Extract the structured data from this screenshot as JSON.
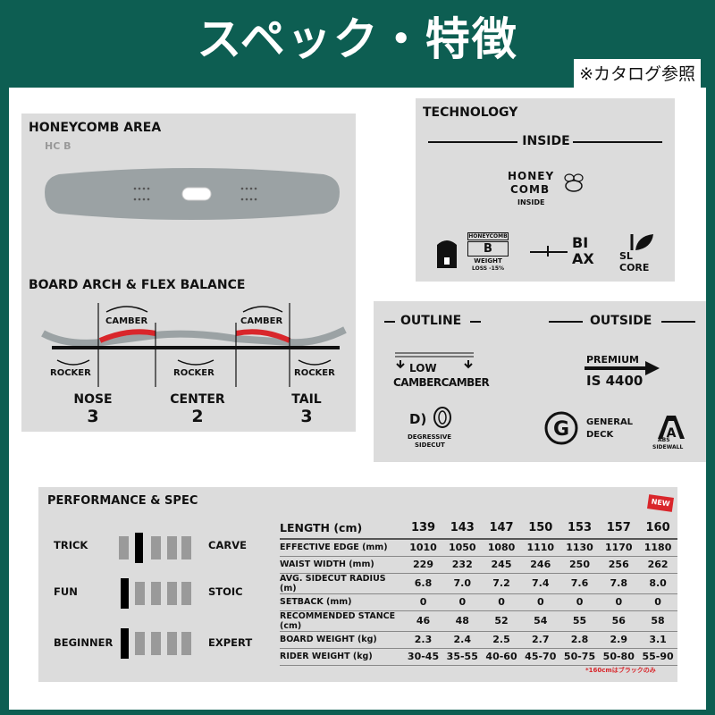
{
  "header": {
    "title": "スペック・特徴",
    "note": "※カタログ参照"
  },
  "honeycomb": {
    "title": "HONEYCOMB AREA",
    "sub": "HC B",
    "arch_title": "BOARD ARCH & FLEX BALANCE",
    "camber_label": "CAMBER",
    "rocker_label": "ROCKER",
    "zones": [
      {
        "name": "NOSE",
        "value": "3"
      },
      {
        "name": "CENTER",
        "value": "2"
      },
      {
        "name": "TAIL",
        "value": "3"
      }
    ]
  },
  "technology": {
    "title": "TECHNOLOGY",
    "inside": "INSIDE",
    "logo_lines": [
      "HONEY",
      "COMB",
      "INSIDE"
    ],
    "badge": {
      "top": "HONEYCOMB",
      "letter": "B",
      "line1": "WEIGHT",
      "line2": "LOSS -15%"
    },
    "biax": [
      "BI",
      "AX"
    ],
    "slcore": [
      "SL",
      "CORE"
    ]
  },
  "outline": {
    "title": "OUTLINE",
    "outside": "OUTSIDE",
    "low": "LOW",
    "camber_camber": "CAMBERCAMBER",
    "premium": "PREMIUM",
    "is": "IS 4400",
    "degressive": [
      "DEGRESSIVE",
      "SIDECUT"
    ],
    "general": [
      "GENERAL",
      "DECK"
    ],
    "abs": [
      "ABS",
      "SIDEWALL"
    ],
    "d_icon": "D)"
  },
  "performance": {
    "title": "PERFORMANCE & SPEC",
    "new_badge": "NEW",
    "sliders": [
      {
        "left": "TRICK",
        "right": "CARVE",
        "position": 2,
        "segments": 5
      },
      {
        "left": "FUN",
        "right": "STOIC",
        "position": 1,
        "segments": 5
      },
      {
        "left": "BEGINNER",
        "right": "EXPERT",
        "position": 1,
        "segments": 5
      }
    ],
    "table": {
      "header": "LENGTH (cm)",
      "lengths": [
        "139",
        "143",
        "147",
        "150",
        "153",
        "157",
        "160"
      ],
      "rows": [
        {
          "label": "EFFECTIVE EDGE (mm)",
          "values": [
            "1010",
            "1050",
            "1080",
            "1110",
            "1130",
            "1170",
            "1180"
          ]
        },
        {
          "label": "WAIST WIDTH (mm)",
          "values": [
            "229",
            "232",
            "245",
            "246",
            "250",
            "256",
            "262"
          ]
        },
        {
          "label": "AVG. SIDECUT RADIUS (m)",
          "values": [
            "6.8",
            "7.0",
            "7.2",
            "7.4",
            "7.6",
            "7.8",
            "8.0"
          ]
        },
        {
          "label": "SETBACK (mm)",
          "values": [
            "0",
            "0",
            "0",
            "0",
            "0",
            "0",
            "0"
          ]
        },
        {
          "label": "RECOMMENDED STANCE (cm)",
          "values": [
            "46",
            "48",
            "52",
            "54",
            "55",
            "56",
            "58"
          ]
        },
        {
          "label": "BOARD WEIGHT (kg)",
          "values": [
            "2.3",
            "2.4",
            "2.5",
            "2.7",
            "2.8",
            "2.9",
            "3.1"
          ]
        },
        {
          "label": "RIDER WEIGHT (kg)",
          "values": [
            "30-45",
            "35-55",
            "40-60",
            "45-70",
            "50-75",
            "50-80",
            "55-90"
          ]
        }
      ],
      "footnote": "*160cmはブラックのみ"
    }
  },
  "colors": {
    "teal": "#0d5e52",
    "panel": "#dcdcdc",
    "red": "#d9262b",
    "board": "#9ba2a4"
  }
}
